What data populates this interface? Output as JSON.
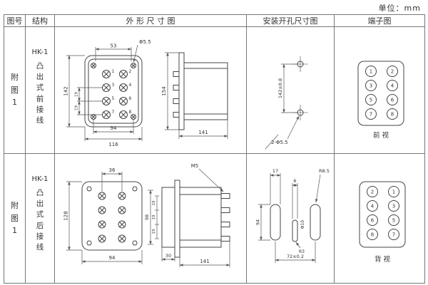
{
  "page": {
    "unit": "单位：mm"
  },
  "headers": {
    "fig_no": "图号",
    "structure": "结构",
    "outline": "外 形 尺 寸 图",
    "install": "安装开孔尺寸图",
    "terminal": "端子图"
  },
  "row1": {
    "fig_no": "附\n图\n1",
    "model": "HK-1",
    "structure_v": "凸\n出\n式\n前\n接\n线",
    "outline": {
      "d53": "53",
      "dphi": "Φ5.5",
      "d142": "142",
      "d19a": "19",
      "d19b": "19",
      "d94": "94",
      "d116": "116",
      "d154": "154",
      "d141": "141",
      "t": [
        "1",
        "2",
        "3",
        "4",
        "5",
        "6",
        "7",
        "8"
      ]
    },
    "install": {
      "dv": "142±0.8",
      "holes": "2-Φ5.5"
    },
    "term": {
      "left": [
        "1",
        "3",
        "5",
        "7"
      ],
      "right": [
        "2",
        "4",
        "6",
        "8"
      ],
      "caption": "前  视"
    }
  },
  "row2": {
    "fig_no": "附\n图\n1",
    "model": "HK-1",
    "structure_v": "凸\n出\n式\n后\n接\n线",
    "outline": {
      "d36": "36",
      "dm5": "M5",
      "d128": "128",
      "d98": "98",
      "d19s": [
        "19",
        "19",
        "19"
      ],
      "d94": "94",
      "d30": "30",
      "d141": "141"
    },
    "install": {
      "d17": "17",
      "d6": "6",
      "dr85": "R8.5",
      "d94": "94",
      "dphi10": "Φ10",
      "dr3": "R3",
      "d72": "72±0.2"
    },
    "term": {
      "left": [
        "2",
        "4",
        "6",
        "8"
      ],
      "right": [
        "1",
        "3",
        "5",
        "7"
      ],
      "caption": "背  视"
    }
  }
}
